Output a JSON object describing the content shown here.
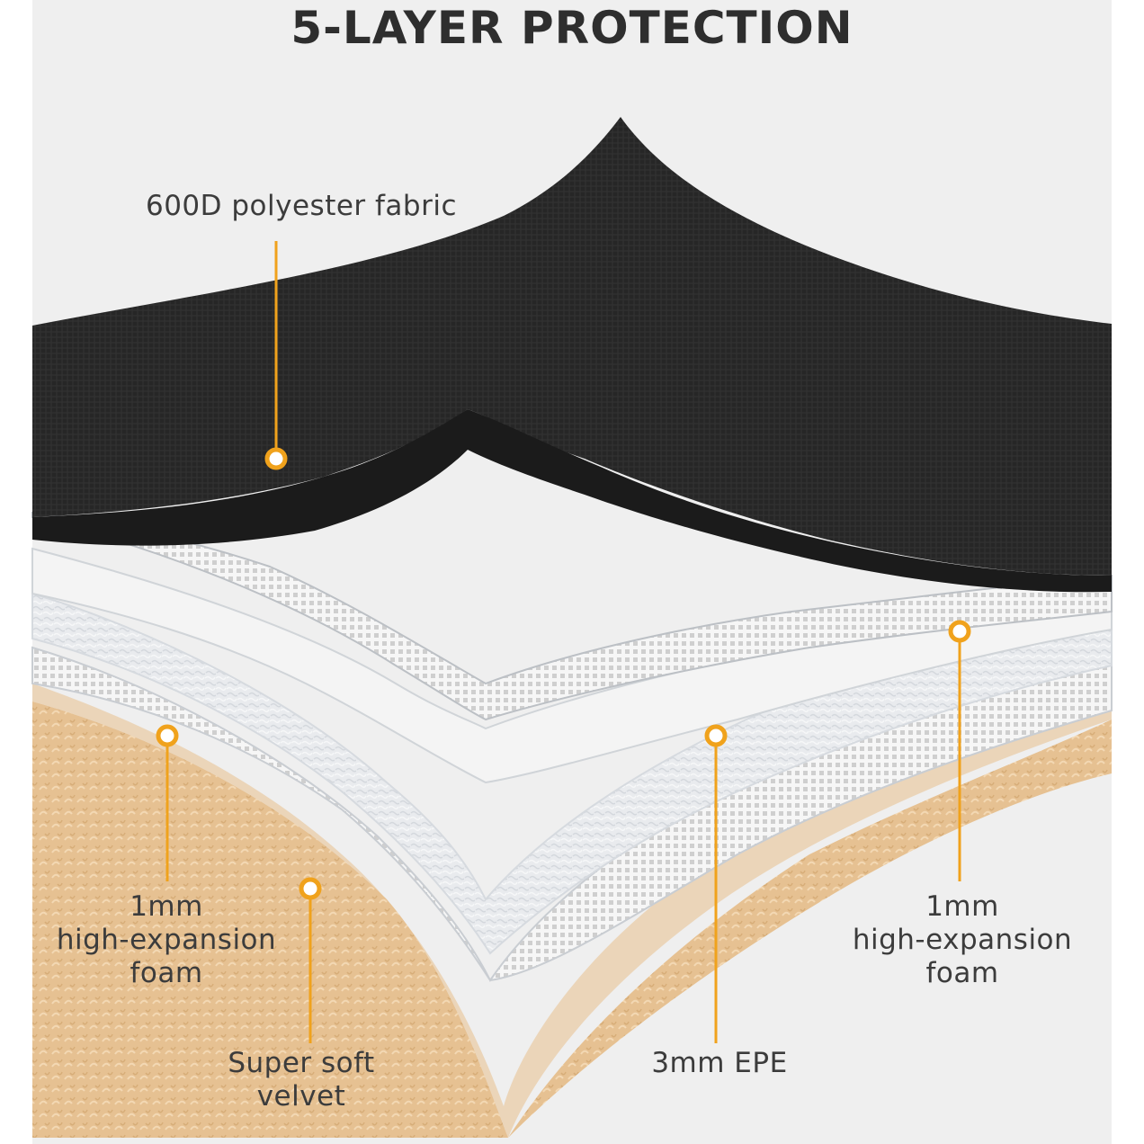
{
  "title": "5-LAYER PROTECTION",
  "colors": {
    "accent": "#f0a21c",
    "background": "#efefef",
    "fabric": "#262626",
    "velvet": "#e8c395"
  },
  "layers": {
    "fabric": "600D polyester fabric",
    "foam_left": [
      "1mm",
      "high-expansion",
      "foam"
    ],
    "foam_right": [
      "1mm",
      "high-expansion",
      "foam"
    ],
    "velvet": [
      "Super soft",
      "velvet"
    ],
    "epe": "3mm EPE"
  }
}
